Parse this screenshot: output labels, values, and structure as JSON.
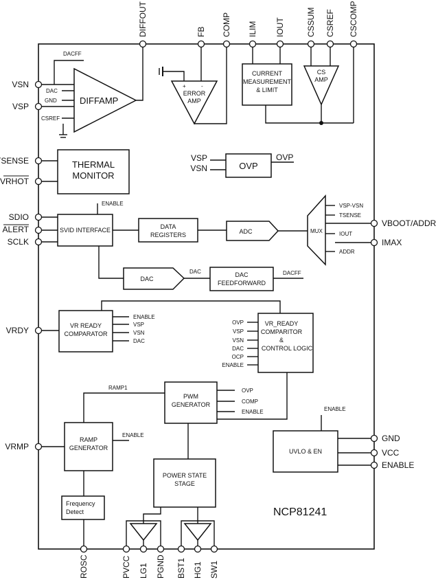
{
  "part_number": "NCP81241",
  "pins": {
    "top": [
      "DIFFOUT",
      "FB",
      "COMP",
      "ILIM",
      "IOUT",
      "CSSUM",
      "CSREF",
      "CSCOMP"
    ],
    "left": [
      "VSN",
      "VSP",
      "TSENSE",
      "VRHOT",
      "SDIO",
      "ALERT",
      "SCLK",
      "VRDY",
      "VRMP"
    ],
    "right": [
      "VBOOT/ADDR",
      "IMAX",
      "GND",
      "VCC",
      "ENABLE"
    ],
    "bottom": [
      "ROSC",
      "PVCC",
      "LG1",
      "PGND",
      "BST1",
      "HG1",
      "SW1"
    ]
  },
  "blocks": {
    "diffamp": {
      "title": "DIFFAMP",
      "inputs": [
        "DAC",
        "GND",
        "CSREF"
      ],
      "feed": "DACFF"
    },
    "error_amp": {
      "line1": "ERROR",
      "line2": "AMP",
      "plus": "+",
      "minus": "-"
    },
    "current_meas": {
      "line1": "CURRENT",
      "line2": "MEASUREMENT",
      "line3": "& LIMIT"
    },
    "cs_amp": {
      "line1": "CS",
      "line2": "AMP"
    },
    "thermal": {
      "line1": "THERMAL",
      "line2": "MONITOR"
    },
    "ovp": {
      "title": "OVP",
      "in1": "VSP",
      "in2": "VSN",
      "out": "OVP"
    },
    "svid": {
      "title": "SVID INTERFACE",
      "enable": "ENABLE"
    },
    "data_regs": {
      "line1": "DATA",
      "line2": "REGISTERS"
    },
    "adc": {
      "title": "ADC"
    },
    "mux": {
      "title": "MUX",
      "inputs": [
        "VSP-VSN",
        "TSENSE",
        "IOUT",
        "ADDR"
      ]
    },
    "dac": {
      "title": "DAC",
      "out": "DAC"
    },
    "dac_ff": {
      "line1": "DAC",
      "line2": "FEEDFORWARD",
      "out": "DACFF"
    },
    "vr_ready": {
      "line1": "VR READY",
      "line2": "COMPARATOR",
      "inputs": [
        "ENABLE",
        "VSP",
        "VSN",
        "DAC"
      ]
    },
    "vr_ready_ctrl": {
      "line1": "VR_READY",
      "line2": "COMPARITOR",
      "line3": "&",
      "line4": "CONTROL LOGIC",
      "inputs": [
        "OVP",
        "VSP",
        "VSN",
        "DAC",
        "OCP",
        "ENABLE"
      ]
    },
    "pwm": {
      "line1": "PWM",
      "line2": "GENERATOR",
      "ramp": "RAMP1",
      "inputs": [
        "OVP",
        "COMP",
        "ENABLE"
      ]
    },
    "ramp_gen": {
      "line1": "RAMP",
      "line2": "GENERATOR",
      "enable": "ENABLE"
    },
    "freq_detect": {
      "line1": "Frequency",
      "line2": "Detect"
    },
    "power_state": {
      "line1": "POWER STATE",
      "line2": "STAGE"
    },
    "uvlo": {
      "title": "UVLO & EN",
      "enable": "ENABLE"
    }
  }
}
